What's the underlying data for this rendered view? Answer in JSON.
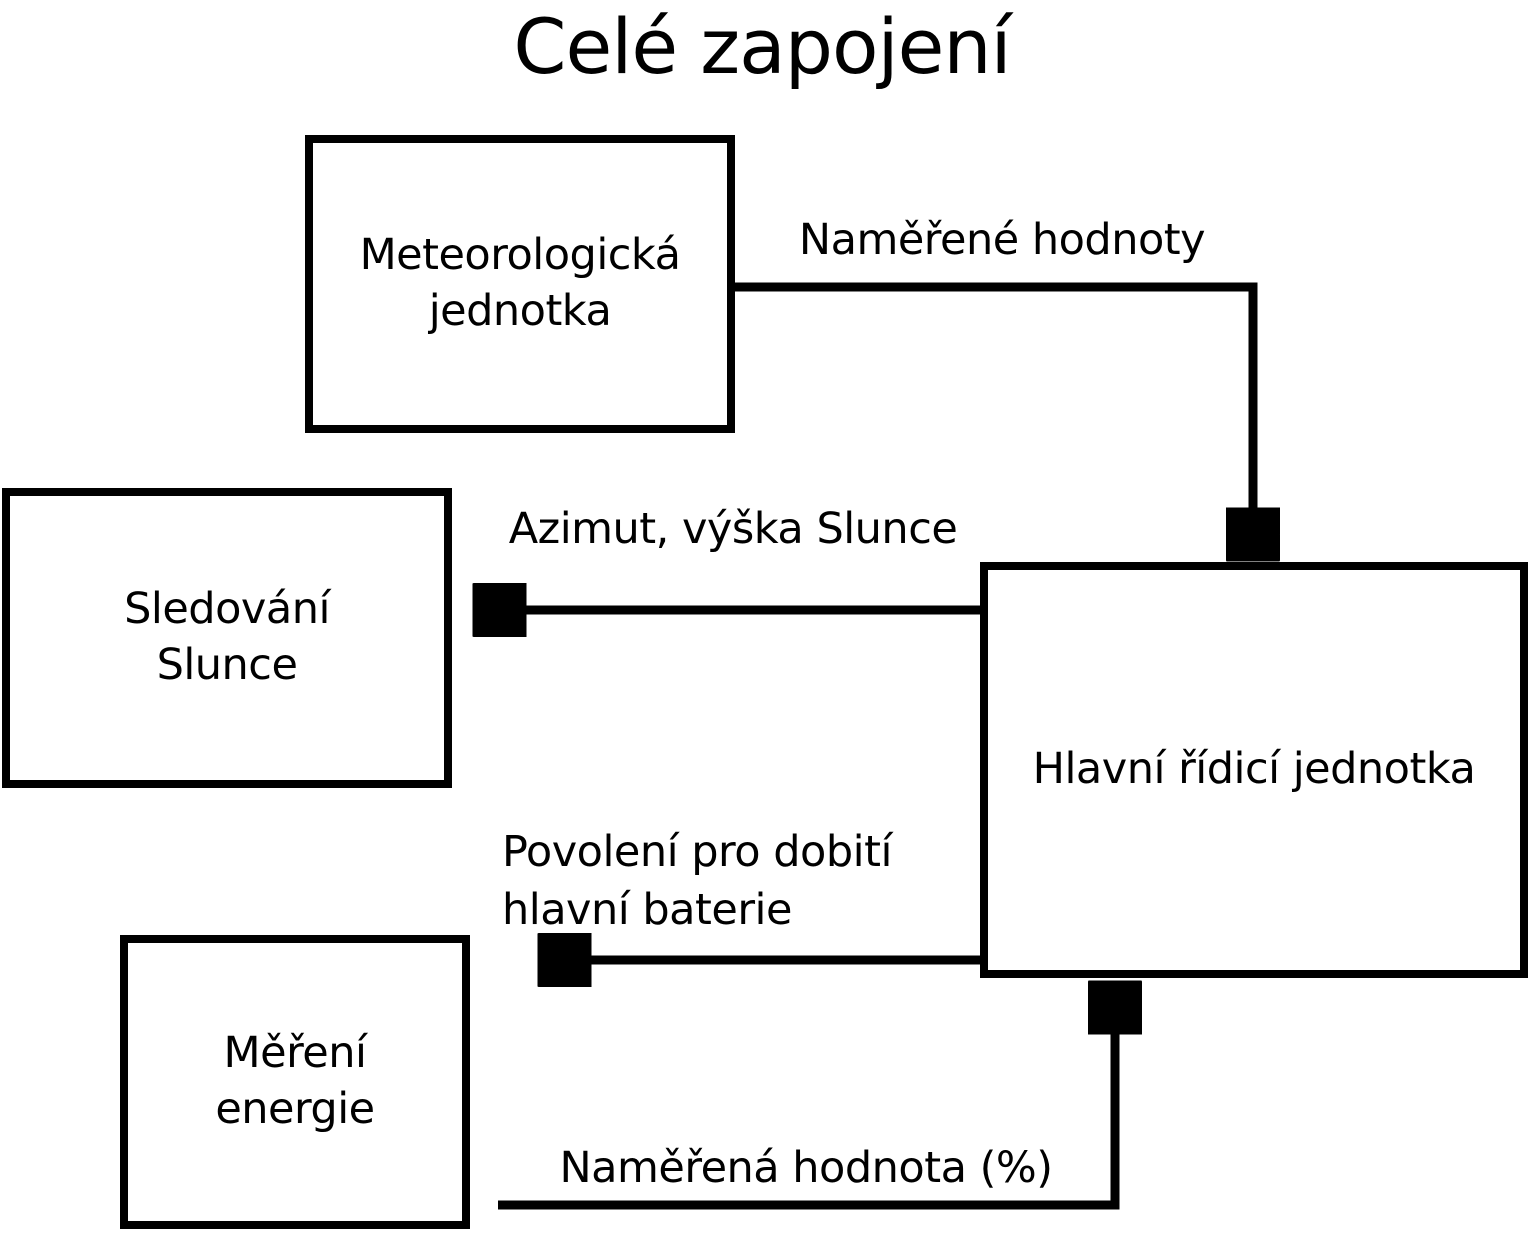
{
  "title": "Celé zapojení",
  "nodes": {
    "meteo": {
      "line1": "Meteorologická",
      "line2": "jednotka"
    },
    "sun_tracking": {
      "line1": "Sledování",
      "line2": "Slunce"
    },
    "energy_metering": {
      "line1": "Měření",
      "line2": "energie"
    },
    "main_control": {
      "label": "Hlavní řídicí jednotka"
    }
  },
  "edges": {
    "meteo_to_main": {
      "from": "meteo",
      "to": "main_control",
      "label": "Naměřené hodnoty"
    },
    "main_to_sun": {
      "from": "main_control",
      "to": "sun_tracking",
      "label": "Azimut, výška Slunce"
    },
    "main_to_energy": {
      "from": "main_control",
      "to": "energy_metering",
      "label_line1": "Povolení pro dobití",
      "label_line2": "hlavní baterie"
    },
    "energy_to_main": {
      "from": "energy_metering",
      "to": "main_control",
      "label": "Naměřená hodnota (%)"
    }
  },
  "colors": {
    "foreground": "#000000",
    "background": "#ffffff"
  }
}
